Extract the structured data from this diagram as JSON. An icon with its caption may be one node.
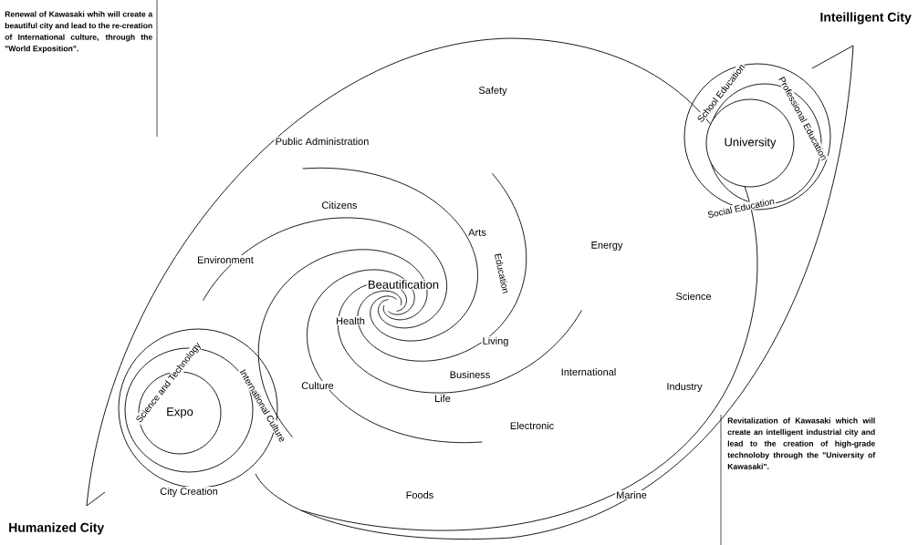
{
  "diagram": {
    "nodes": [
      {
        "text": [
          "Expo"
        ]
      },
      {
        "text": [
          "University"
        ]
      }
    ],
    "edges": [],
    "labels": [
      "Renewal of Kawasaki whih will create a beautiful city and lead to the re-creation of International culture, through the \"World Exposition\".",
      "Inteilligent City",
      "Safety",
      "Professional Education",
      "School Education",
      "Public Administration",
      "Citizens",
      "Arts",
      "Social Education",
      "Energy",
      "Environment",
      "Education",
      "Beautification",
      "Science",
      "Science and Technology",
      "Health",
      "Living",
      "International Culture",
      "Business",
      "International",
      "Culture",
      "Industry",
      "Life",
      "Electronic",
      "City Creation",
      "Foods",
      "Marine",
      "Revitalization of Kawasaki which will create an intelligent industrial city and lead to the creation of high-grade technoloby through the \"University of Kawasaki\".",
      "Humanized City"
    ]
  }
}
